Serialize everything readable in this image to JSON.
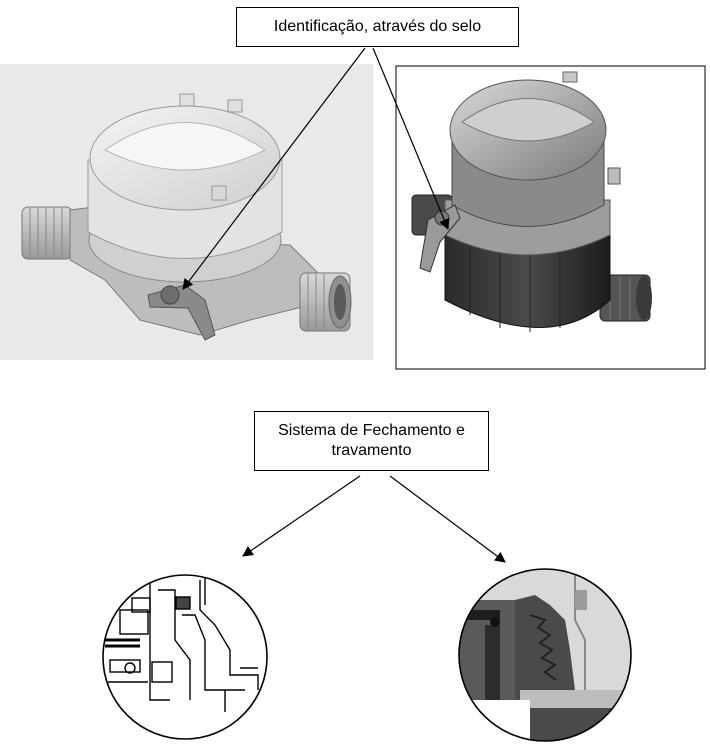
{
  "labels": {
    "top": "Identificação, através do selo",
    "bottom_line1": "Sistema de Fechamento e",
    "bottom_line2": "travamento"
  },
  "colors": {
    "background": "#ffffff",
    "panel_grey": "#e9e9e9",
    "line": "#000000"
  }
}
